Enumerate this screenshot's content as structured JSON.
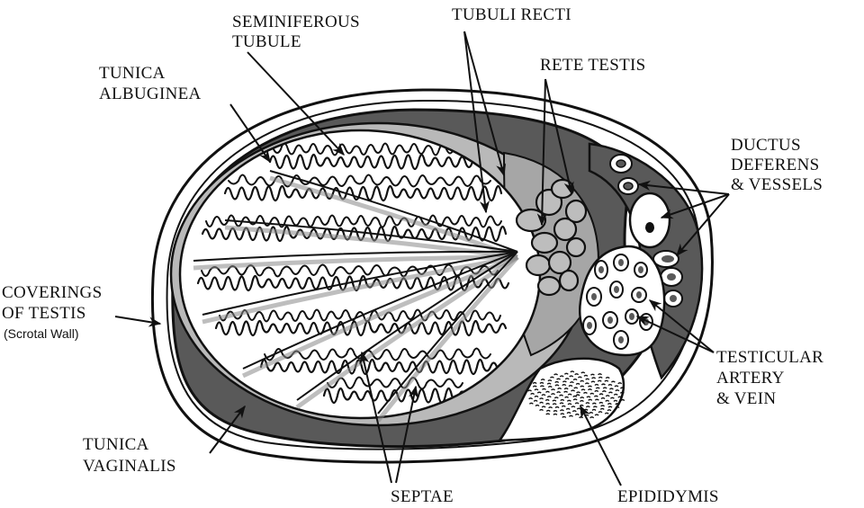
{
  "labels": {
    "seminiferous_line1": "SEMINIFEROUS",
    "seminiferous_line2": "TUBULE",
    "tubuli_recti": "TUBULI RECTI",
    "rete_testis": "RETE TESTIS",
    "tunica_albuginea_line1": "TUNICA",
    "tunica_albuginea_line2": "ALBUGINEA",
    "ductus_line1": "DUCTUS",
    "ductus_line2": "DEFERENS",
    "ductus_line3": "& VESSELS",
    "coverings_line1": "COVERINGS",
    "coverings_line2": "OF TESTIS",
    "coverings_sub": "(Scrotal Wall)",
    "testicular_line1": "TESTICULAR",
    "testicular_line2": "ARTERY",
    "testicular_line3": "& VEIN",
    "tunica_vaginalis_line1": "TUNICA",
    "tunica_vaginalis_line2": "VAGINALIS",
    "septae": "SEPTAE",
    "epididymis": "EPIDIDYMIS"
  },
  "colors": {
    "tunica_dark": "#595959",
    "mediastinum_gray": "#a6a6a6",
    "outline": "#111111",
    "background": "#ffffff"
  }
}
